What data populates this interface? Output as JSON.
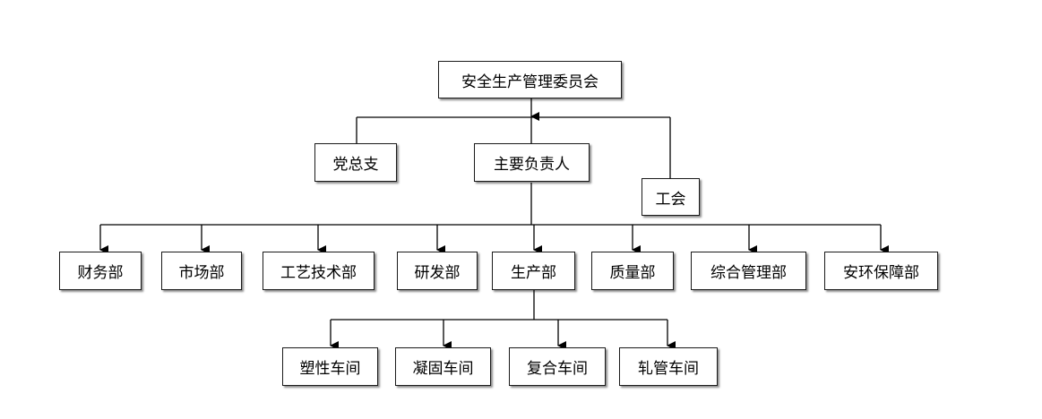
{
  "committee": "安全生产管理委员会",
  "side_left": "党总支",
  "head": "主要负责人",
  "side_right": "工会",
  "departments": [
    "财务部",
    "市场部",
    "工艺技术部",
    "研发部",
    "生产部",
    "质量部",
    "综合管理部",
    "安环保障部"
  ],
  "workshops": [
    "塑性车间",
    "凝固车间",
    "复合车间",
    "轧管车间"
  ],
  "line_color": "#000000"
}
